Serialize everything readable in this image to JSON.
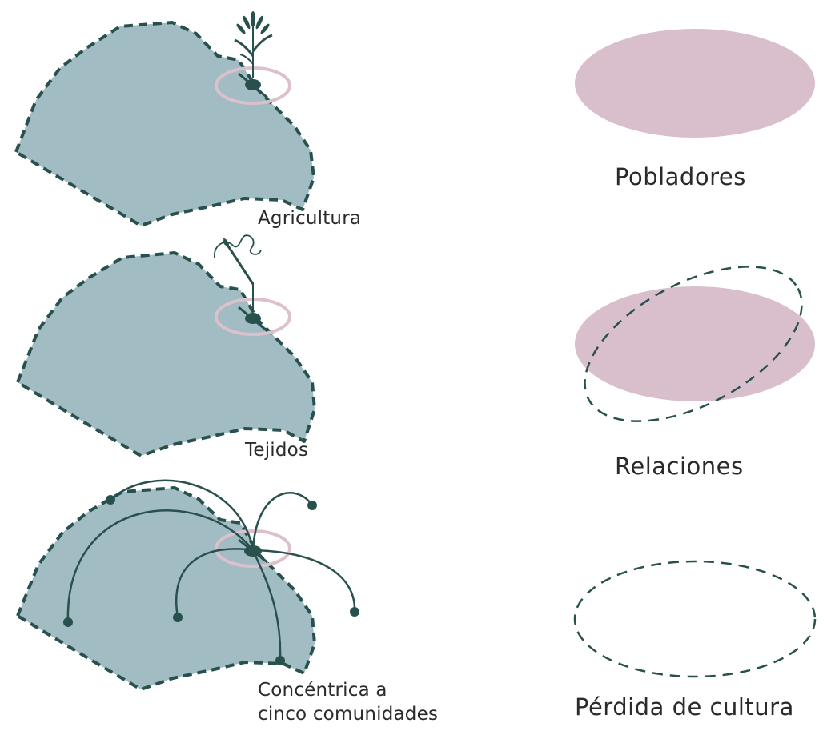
{
  "diagram": {
    "left_panels": [
      {
        "id": "agricultura",
        "label": "Agricultura",
        "symbol": "wheat-plant-icon"
      },
      {
        "id": "tejidos",
        "label": "Tejidos",
        "symbol": "needle-thread-icon"
      },
      {
        "id": "concentrica",
        "label_line1": "Concéntrica a",
        "label_line2": "cinco comunidades",
        "symbol": "radiating-arcs-icon"
      }
    ],
    "right_panels": [
      {
        "id": "pobladores",
        "label": "Pobladores"
      },
      {
        "id": "relaciones",
        "label": "Relaciones"
      },
      {
        "id": "perdida",
        "label": "Pérdida de cultura"
      }
    ],
    "colors": {
      "territory_fill": "#a2bcc4",
      "territory_border": "#28514e",
      "highlight_ring": "#dcc0cc",
      "population_ellipse": "#d8bfcb",
      "node": "#28514e"
    }
  }
}
